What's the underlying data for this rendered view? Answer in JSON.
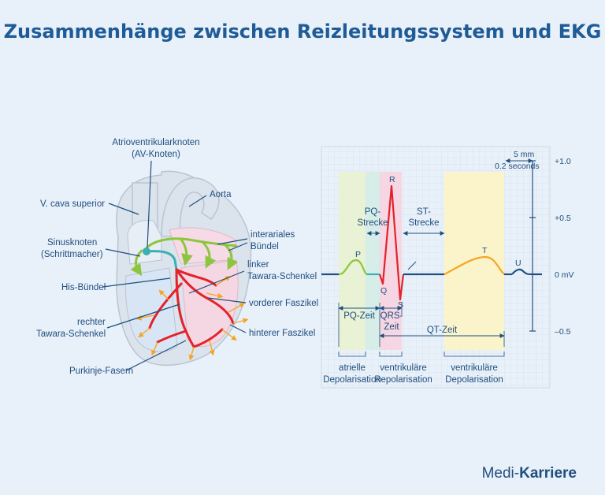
{
  "title": "Zusammenhänge zwischen Reizleitungssystem und EKG",
  "heart_labels": {
    "av_knoten_1": "Atrioventrikularknoten",
    "av_knoten_2": "(AV-Knoten)",
    "aorta": "Aorta",
    "vcava": "V. cava superior",
    "sinus_1": "Sinusknoten",
    "sinus_2": "(Schrittmacher)",
    "interatrial_1": "interariales",
    "interatrial_2": "Bündel",
    "his": "His-Bündel",
    "linker_1": "linker",
    "linker_2": "Tawara-Schenkel",
    "vorderer": "vorderer Faszikel",
    "rechter_1": "rechter",
    "rechter_2": "Tawara-Schenkel",
    "hinterer": "hinterer Faszikel",
    "purkinje": "Purkinje-Fasern"
  },
  "ekg": {
    "scale_1": "5 mm",
    "scale_2": "0.2 seconds",
    "y_ticks": [
      "+1.0",
      "+0.5",
      "0  mV",
      "–0.5"
    ],
    "waves": {
      "p": "P",
      "q": "Q",
      "r": "R",
      "s": "S",
      "t": "T",
      "u": "U"
    },
    "pq_strecke_1": "PQ-",
    "pq_strecke_2": "Strecke",
    "st_strecke_1": "ST-",
    "st_strecke_2": "Strecke",
    "pq_zeit": "PQ-Zeit",
    "qrs_zeit_1": "QRS-",
    "qrs_zeit_2": "Zeit",
    "qt_zeit": "QT-Zeit",
    "atrielle_1": "atrielle",
    "atrielle_2": "Depolarisation",
    "vent_repol_1": "ventrikuläre",
    "vent_repol_2": "Repolarisation",
    "vent_depol_1": "ventrikuläre",
    "vent_depol_2": "Depolarisation"
  },
  "brand": {
    "part1": "Medi-",
    "part2": "Karriere"
  },
  "colors": {
    "title": "#1f5b96",
    "baseline": "#1f4f7f",
    "p_wave": "#8cc63f",
    "qrs": "#e3222b",
    "t_wave": "#f5a623",
    "atrial_band": "#e9f2cf",
    "pq_band": "#d4ece6",
    "qrs_band": "#f7d3df",
    "vent_band": "#fdf4c4"
  }
}
